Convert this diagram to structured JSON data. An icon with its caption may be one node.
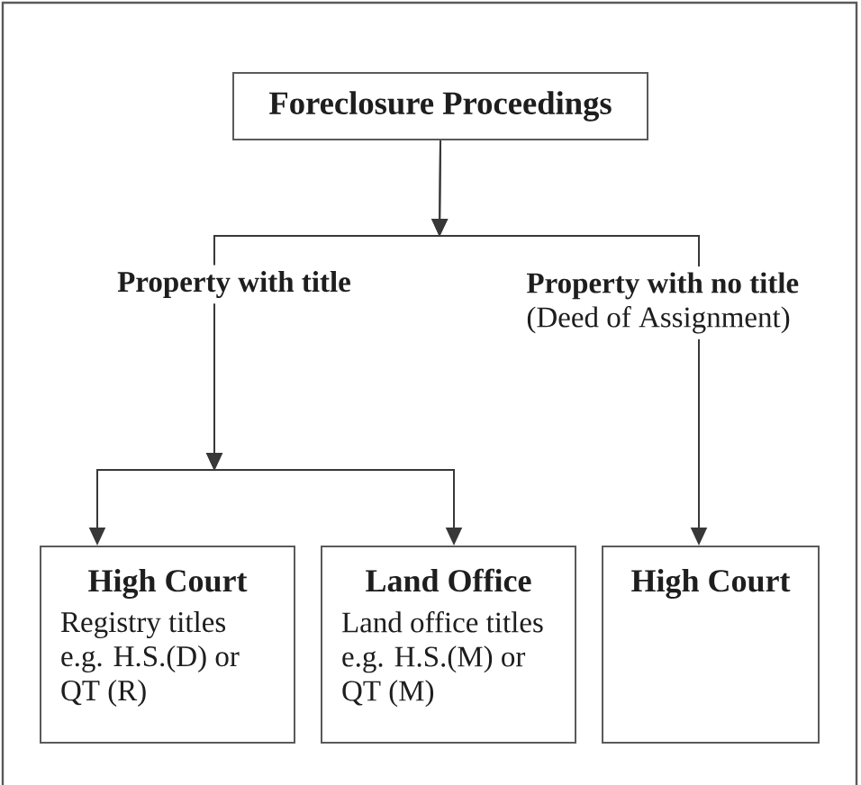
{
  "diagram": {
    "nodes": [
      {
        "text": [
          "Foreclosure Proceedings"
        ]
      },
      {
        "text": [
          "Property with title"
        ]
      },
      {
        "text": [
          "Property with no title",
          "(Deed of Assignment)"
        ]
      },
      {
        "text": [
          "High Court",
          "Registry titles e.g. H.S.(D) or QT (R)"
        ]
      },
      {
        "text": [
          "Land Office",
          "Land office titles e.g. H.S.(M) or QT (M)"
        ]
      },
      {
        "text": [
          "High Court"
        ]
      }
    ],
    "edges": [
      {
        "from": 0,
        "to": 1,
        "arrow": "to"
      },
      {
        "from": 0,
        "to": 2,
        "arrow": "to"
      },
      {
        "from": 1,
        "to": 3,
        "arrow": "to"
      },
      {
        "from": 1,
        "to": 4,
        "arrow": "to"
      },
      {
        "from": 2,
        "to": 5,
        "arrow": "to"
      }
    ]
  }
}
